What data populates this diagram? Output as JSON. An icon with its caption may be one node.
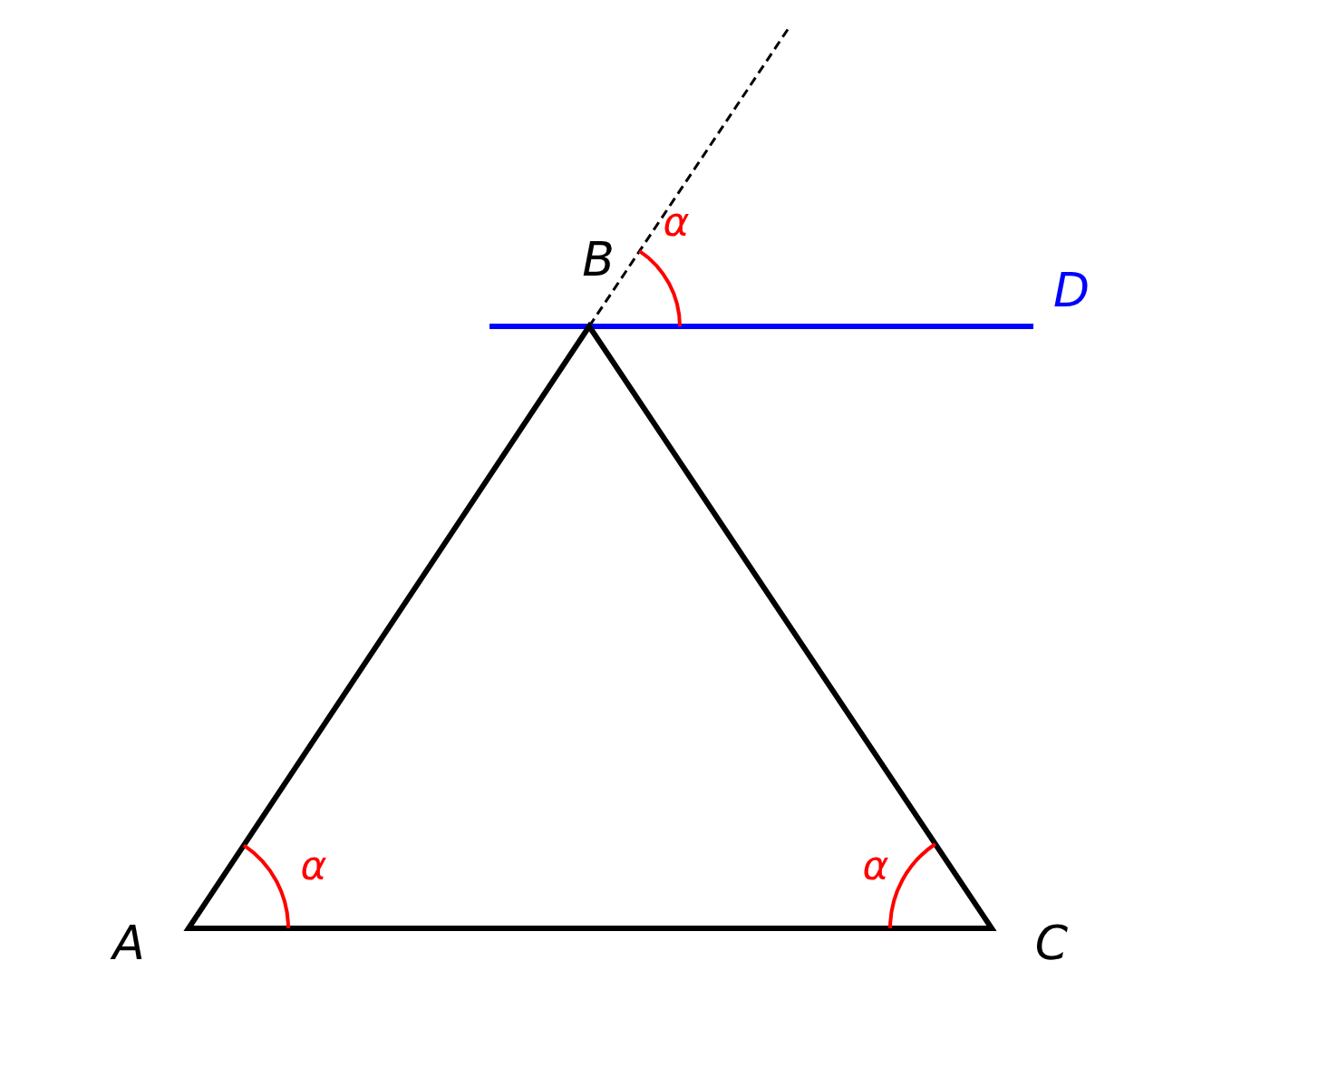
{
  "diagram": {
    "labels": [
      "α",
      "B",
      "D",
      "α",
      "α",
      "A",
      "C"
    ]
  }
}
